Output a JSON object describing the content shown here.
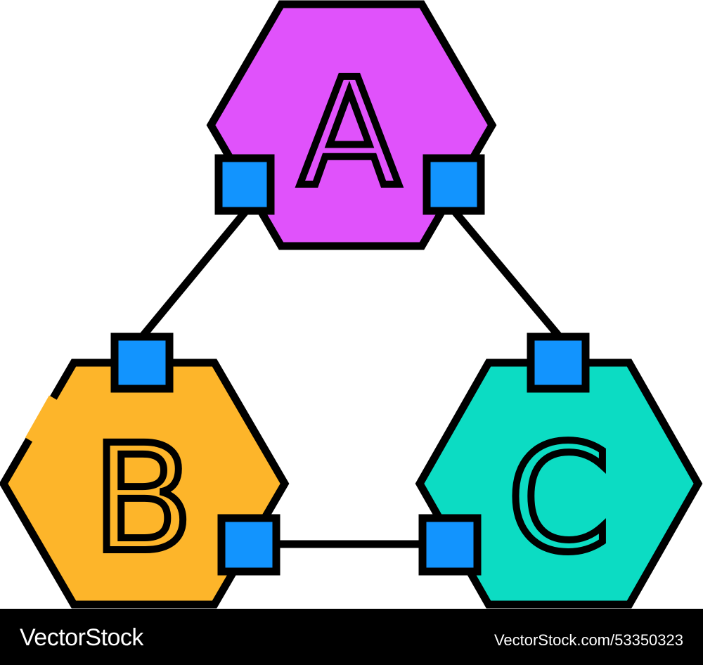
{
  "diagram": {
    "type": "network-triangle",
    "nodes": [
      {
        "id": "A",
        "label": "A",
        "color": "#e052fb",
        "position": "top"
      },
      {
        "id": "B",
        "label": "B",
        "color": "#fdb52a",
        "position": "bottom-left"
      },
      {
        "id": "C",
        "label": "C",
        "color": "#0cdcc3",
        "position": "bottom-right"
      }
    ],
    "edges": [
      {
        "from": "A",
        "to": "B"
      },
      {
        "from": "A",
        "to": "C"
      },
      {
        "from": "B",
        "to": "C"
      }
    ],
    "connector_color": "#1294fe",
    "stroke_color": "#000000"
  },
  "footer": {
    "brand": "VectorStock",
    "stock_id": "VectorStock.com/53350323"
  }
}
